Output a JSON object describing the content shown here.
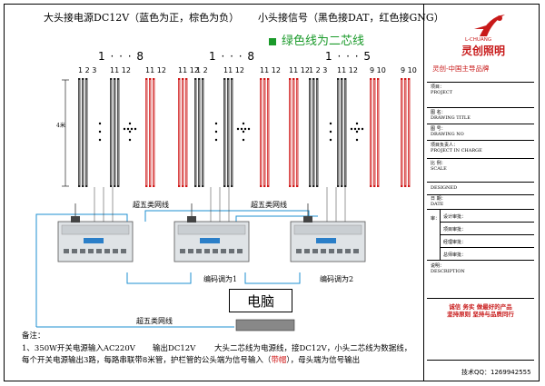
{
  "header": {
    "power_note": "大头接电源DC12V（蓝色为正，棕色为负）",
    "signal_note": "小头接信号（黑色接DAT，红色接GNG）",
    "core_note": "绿色线为二芯线"
  },
  "groups": [
    {
      "number_label": "1 · · · 8",
      "first_tube_label": "1 2 3",
      "mid_label": "11 12",
      "red_label": "11 12"
    },
    {
      "number_label": "1 · · · 8",
      "first_tube_label": "1 2",
      "mid_label": "11 12",
      "red_label": "11 12"
    },
    {
      "number_label": "1 · · · 5",
      "first_tube_label": "1 2 3",
      "mid_label": "11 12",
      "red_label": "9 10"
    }
  ],
  "left_dimension": "4米",
  "cable_labels": {
    "top_left": "超五类网线",
    "top_right": "超五类网线",
    "bottom": "超五类网线",
    "controller1": "编码调为1",
    "controller2": "编码调为2"
  },
  "computer_label": "电脑",
  "notes": {
    "title": "备注：",
    "line1_a": "1、350W开关电源输入AC220V",
    "line1_b": "输出DC12V",
    "line1_c": "大头二芯线为电源线，接DC12V，小头二芯线为数据线，",
    "line2_a": "每个开关电源输出3路，每路串联带8米管，护栏管的公头端为信号输入（",
    "line2_red": "带帽",
    "line2_b": "），母头端为信号输出"
  },
  "panel": {
    "brand_en": "L-CHUANG",
    "brand_cn": "灵创照明",
    "slogan": "灵创-中国主导品牌",
    "project_cn": "项目：",
    "project_en": "PROJECT",
    "title_cn": "图  名：",
    "title_en": "DRAWING TITLE",
    "drawno_cn": "图  号：",
    "drawno_en": "DRAWING NO",
    "incharge_cn": "项目负责人：",
    "incharge_en": "PROJECT IN CHARGE",
    "scale_cn": "比  例：",
    "scale_en": "SCALE",
    "designed": "DESIGNED",
    "date_cn": "日  期：",
    "date_en": "DATE",
    "approval": [
      {
        "label": "审：",
        "sub": ""
      },
      {
        "label": "",
        "sub": "设计审批："
      },
      {
        "label": "",
        "sub": "项目审批："
      },
      {
        "label": "",
        "sub": "经理审批："
      },
      {
        "label": "",
        "sub": "总师审批："
      }
    ],
    "desc_cn": "说明：",
    "desc_en": "DESCRIPTION",
    "footer_line1": "诚信  务实  做最好的产品",
    "footer_line2": "坚持原则  坚持与品质同行",
    "qq": "技术QQ：1269942555"
  },
  "colors": {
    "red_tube": "#d01818",
    "black_tube": "#222222",
    "blue_line": "#1e8fd0",
    "green": "#1a9a2a",
    "brand_red": "#c81a1a"
  }
}
